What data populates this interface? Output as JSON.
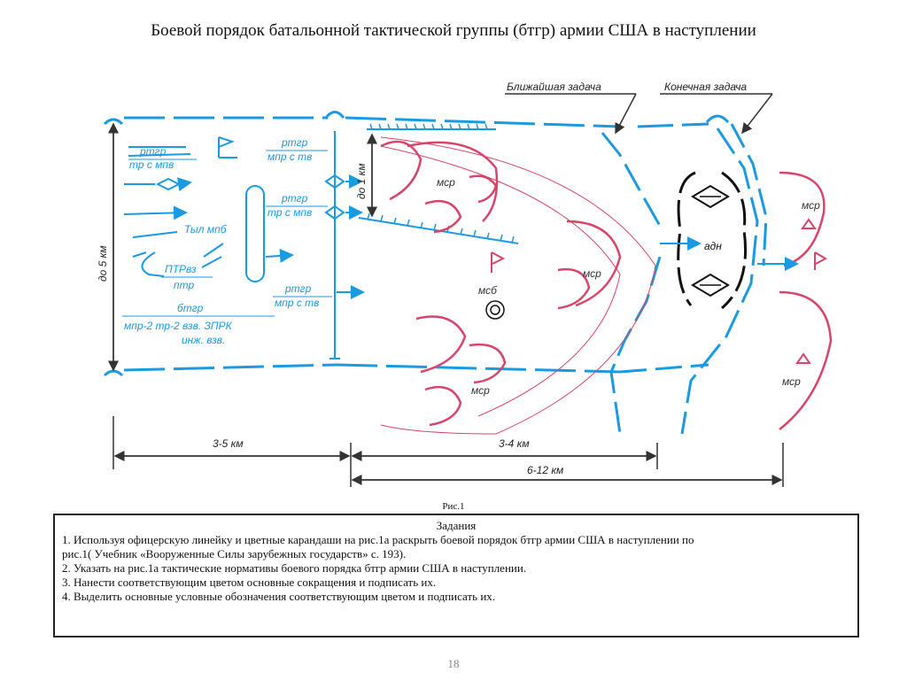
{
  "title": "Боевой порядок батальонной тактической группы (бтгр) армии США в наступлении",
  "diagram": {
    "labels": {
      "nearest_task": "Ближайшая задача",
      "final_task": "Конечная задача",
      "rtgr_tr_mpv_top": "ртгр",
      "rtgr_tr_mpv_bot": "тр с мпв",
      "rtgr_mpr_tv1_top": "ртгр",
      "rtgr_mpr_tv1_bot": "мпр с тв",
      "rtgr_tr_mpv2_top": "ртгр",
      "rtgr_tr_mpv2_bot": "тр с мпв",
      "rtgr_mpr_tv2_top": "ртгр",
      "rtgr_mpr_tv2_bot": "мпр с тв",
      "rear": "Тыл мпб",
      "ptr_top": "ПТРвз",
      "ptr_bot": "птр",
      "btgr_top": "бтгр",
      "btgr_bot1": "мпр-2 тр-2 взв. ЗПРК",
      "btgr_bot2": "инж. взв.",
      "up_to_5km": "до 5 км",
      "up_to_1km": "до 1 км",
      "msr": "мср",
      "msb": "мсб",
      "adn": "адн",
      "dist_3_5": "3-5 км",
      "dist_3_4": "3-4 км",
      "dist_6_12": "6-12 км"
    },
    "colors": {
      "own_forces": "#1a9ae0",
      "enemy": "#d8456b",
      "artillery": "#111111"
    }
  },
  "caption": "Рис.1",
  "tasks": {
    "heading": "Задания",
    "items": [
      "1. Используя офицерскую линейку и цветные карандаши на рис.1а раскрыть боевой порядок бтгр армии США в наступлении по",
      "рис.1( Учебник «Вооруженные Силы зарубежных государств» с. 193).",
      "2. Указать на рис.1а тактические нормативы боевого порядка бтгр армии США в наступлении.",
      "3. Нанести соответствующим цветом основные сокращения и подписать их.",
      "4. Выделить основные условные обозначения соответствующим цветом и подписать их."
    ]
  },
  "page_number": "18"
}
